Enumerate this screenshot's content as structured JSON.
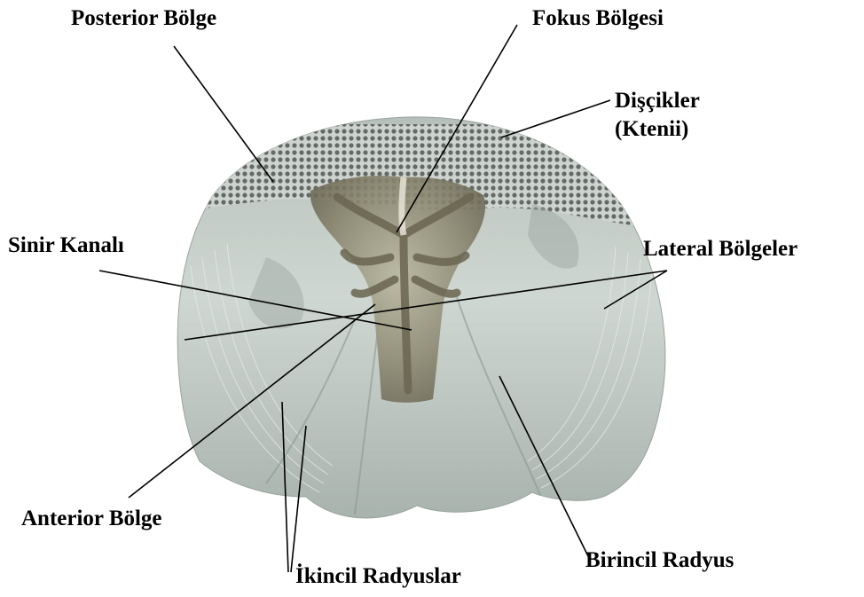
{
  "figure": {
    "colors": {
      "background": "#ffffff",
      "scale_body": "#c9d1cc",
      "scale_shadow": "#9aa49f",
      "ctenii": "#6f7571",
      "focus": "#8d8a72",
      "canal": "#7a7459",
      "leader_line": "#000000"
    },
    "labels": {
      "posterior": "Posterior Bölge",
      "focus": "Fokus Bölgesi",
      "ctenii_line1": "Dişçikler",
      "ctenii_line2": "(Ktenii)",
      "nerve_canal": "Sinir Kanalı",
      "lateral": "Lateral Bölgeler",
      "anterior": "Anterior Bölge",
      "secondary_radii": "İkincil Radyuslar",
      "primary_radius": "Birincil Radyus"
    }
  }
}
